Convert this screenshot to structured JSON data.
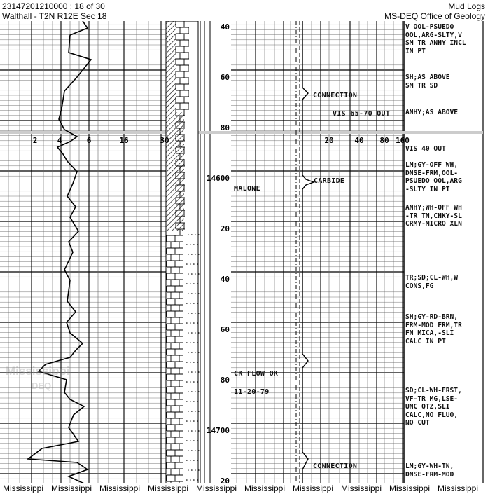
{
  "header": {
    "doc_id": "23147201210000 : 18 of 30",
    "well": "Walthall - T2N R12E Sec 18",
    "doc_type": "Mud Logs",
    "agency": "MS-DEQ Office of Geology"
  },
  "depth_labels": [
    "40",
    "60",
    "80",
    "14600",
    "20",
    "40",
    "60",
    "80",
    "14700",
    "20"
  ],
  "left_scale": [
    "2",
    "4",
    "6",
    "16",
    "30"
  ],
  "right_scale": [
    "20",
    "40",
    "80",
    "160"
  ],
  "annotations": [
    {
      "id": "connection-1",
      "text": "CONNECTION"
    },
    {
      "id": "vis-65-70",
      "text": "VIS 65-70 OUT"
    },
    {
      "id": "carbide",
      "text": "CARBIDE"
    },
    {
      "id": "malone",
      "text": "MALONE"
    },
    {
      "id": "ck-flow",
      "text": "CK FLOW OK"
    },
    {
      "id": "date",
      "text": "11-20-79"
    },
    {
      "id": "connection-2",
      "text": "CONNECTION"
    }
  ],
  "descriptions": [
    [
      "V OOL-PSUEDO",
      "OOL,ARG-SLTY,V",
      "SM TR ANHY INCL",
      "IN PT"
    ],
    [
      "SH;AS ABOVE",
      "SM TR SD"
    ],
    [
      "ANHY;AS ABOVE"
    ],
    [
      "VIS 40 OUT"
    ],
    [
      "LM;GY-OFF WH,",
      "DNSE-FRM,OOL-",
      "PSUEDO OOL,ARG",
      "-SLTY IN PT"
    ],
    [
      "ANHY;WH-OFF WH",
      "-TR TN,CHKY-SL",
      "CRMY-MICRO XLN"
    ],
    [
      "TR;SD;CL-WH,W",
      "CONS,FG"
    ],
    [
      "SH;GY-RD-BRN,",
      "FRM-MOD FRM,TR",
      "FN MICA,-SLI",
      "CALC IN PT"
    ],
    [
      "SD;CL-WH-FRST,",
      "VF-TR MG,LSE-",
      "UNC QTZ,SLI",
      "CALC,NO FLUO,",
      "NO CUT"
    ],
    [
      "LM;GY-WH-TN,",
      "DNSE-FRM-MOD"
    ]
  ],
  "watermark": {
    "line1": "Mississippi",
    "line2": "DEQ"
  },
  "footer_label": "Mississippi"
}
